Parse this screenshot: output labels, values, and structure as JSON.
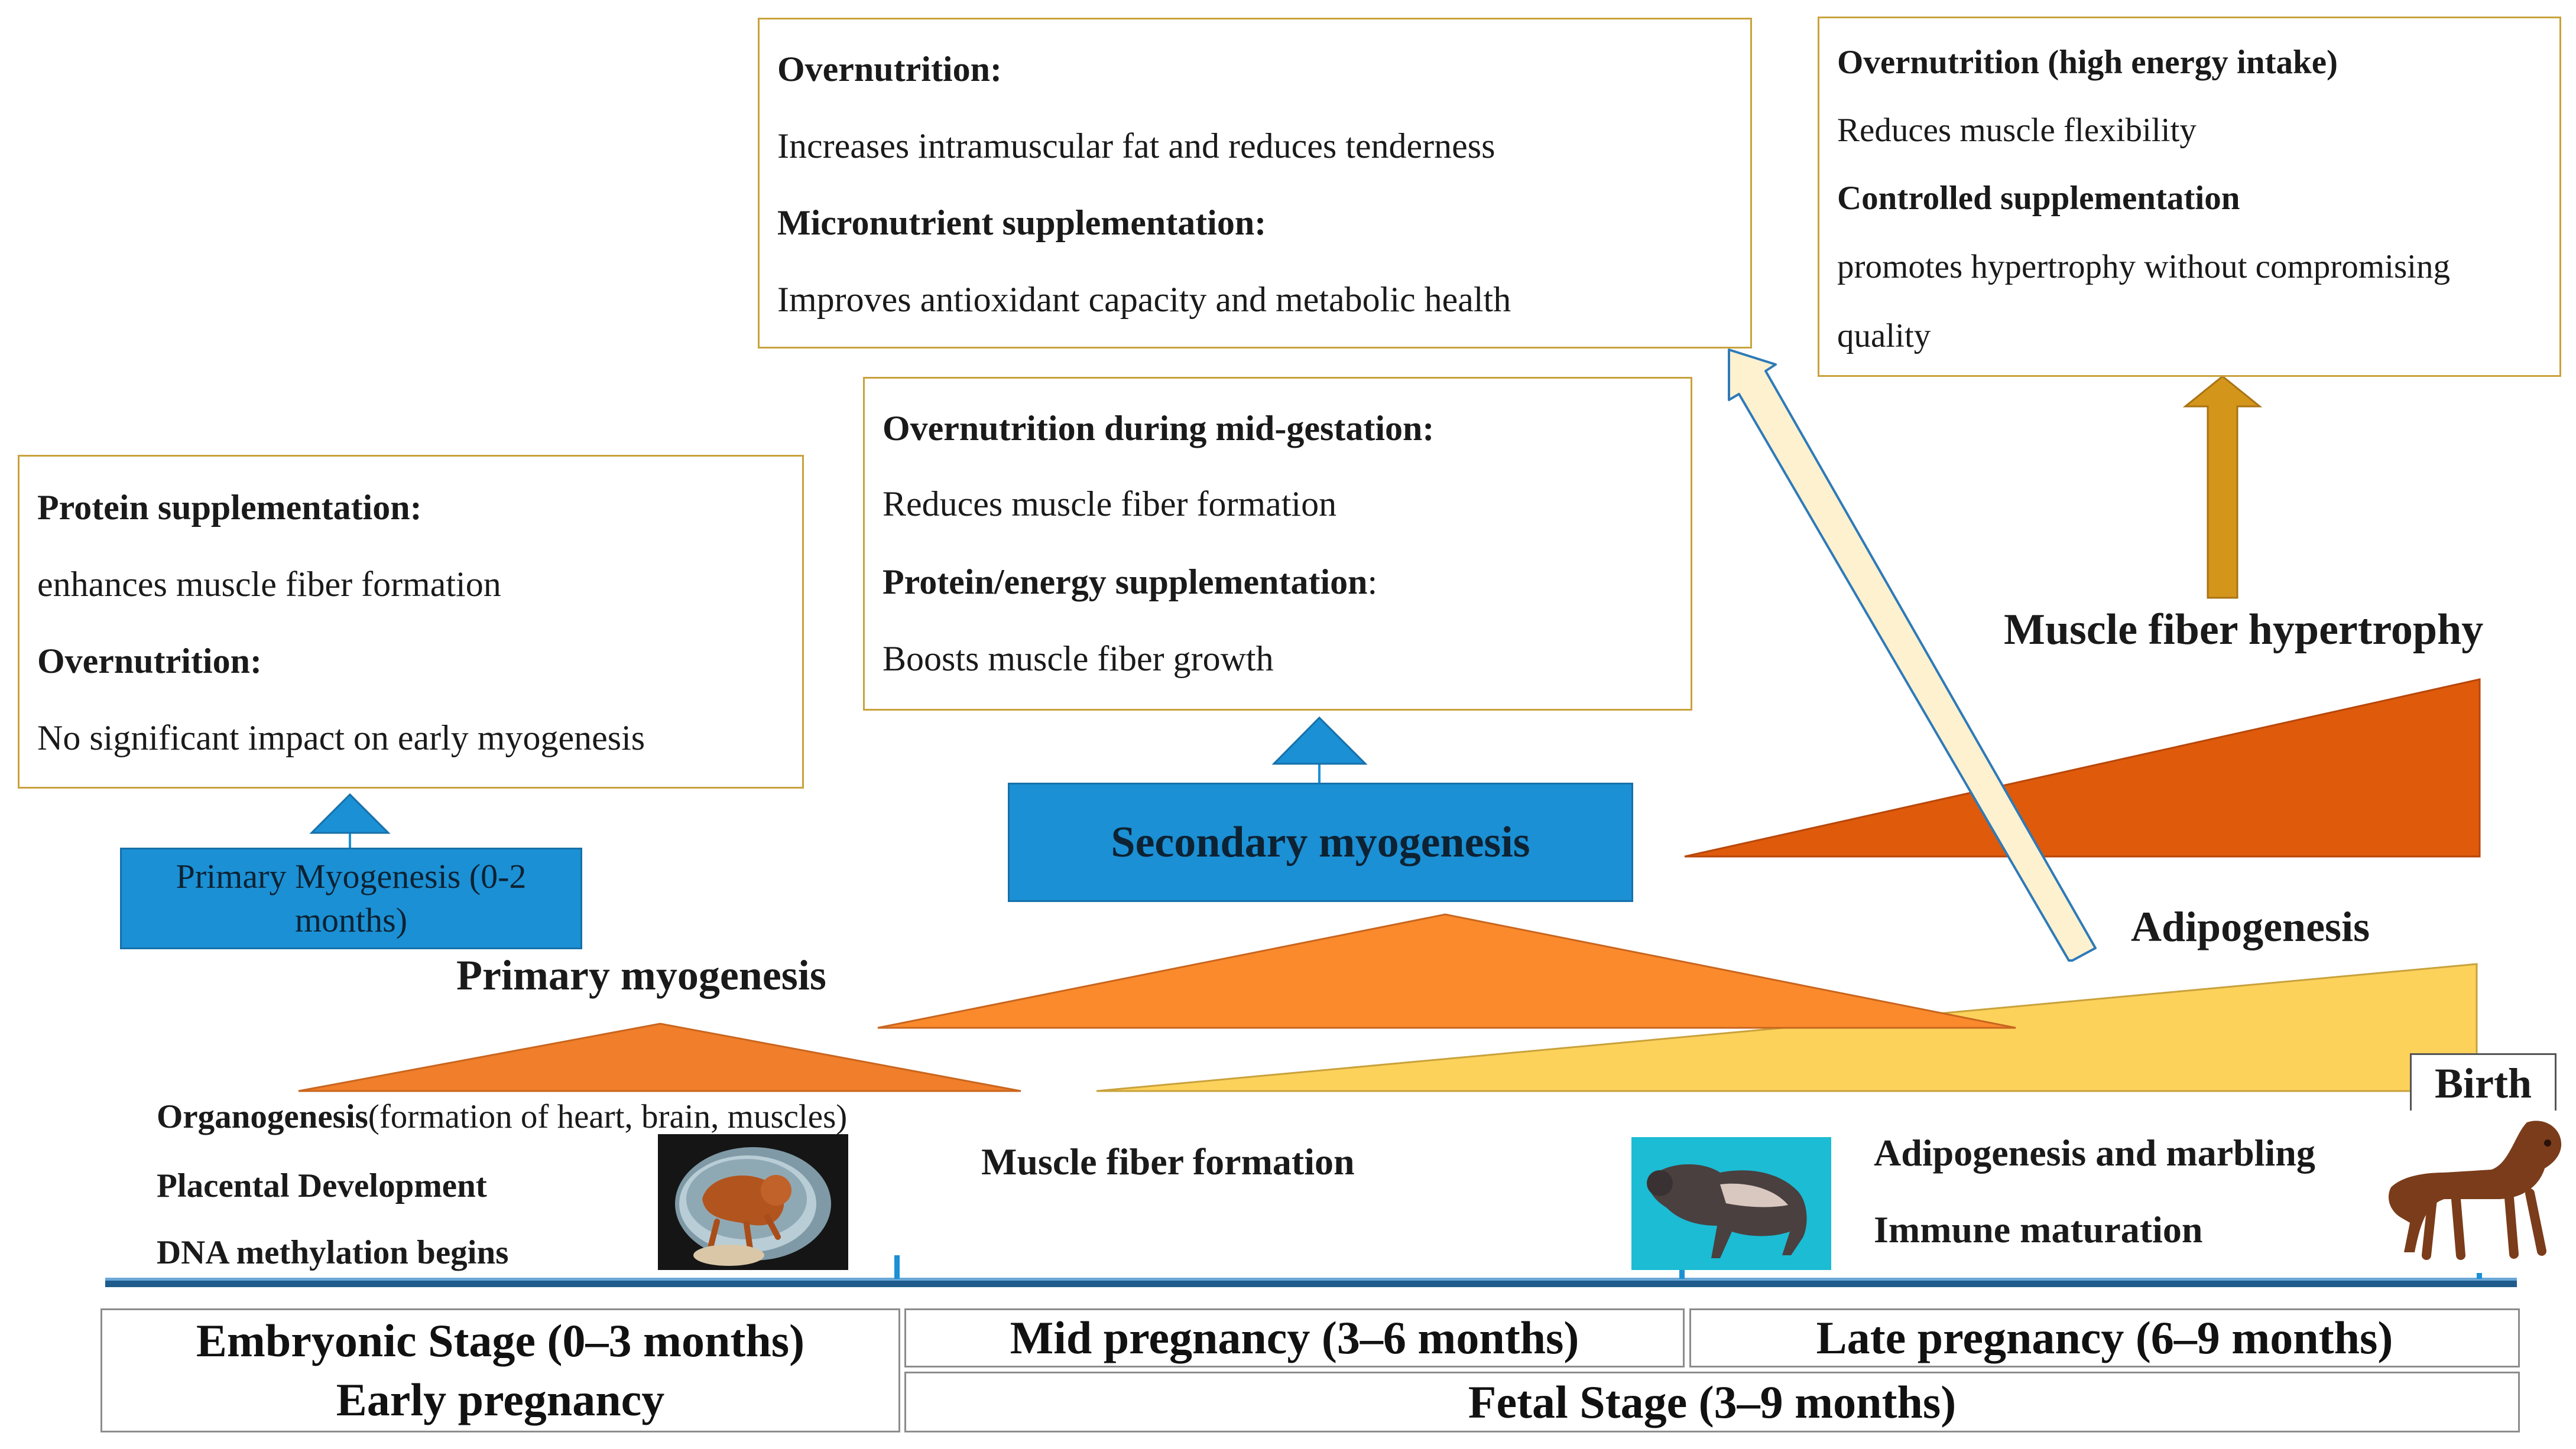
{
  "boxes": {
    "early": {
      "h1": "Protein supplementation:",
      "t1": "enhances muscle fiber formation",
      "h2": "Overnutrition:",
      "t2": "No significant impact on early myogenesis"
    },
    "mid": {
      "h1": "Overnutrition during mid-gestation:",
      "t1": "Reduces muscle fiber formation",
      "h2": "Protein/energy supplementation",
      "h2_suffix": ":",
      "t2": "Boosts muscle fiber growth"
    },
    "late": {
      "h1": "Overnutrition:",
      "t1": "Increases intramuscular fat and reduces tenderness",
      "h2": "Micronutrient supplementation:",
      "t2": "Improves antioxidant capacity and metabolic health"
    },
    "hypertrophy": {
      "h1": "Overnutrition (high energy intake)",
      "t1": "Reduces muscle flexibility",
      "h2": "Controlled supplementation",
      "t2": "promotes hypertrophy without compromising",
      "t3": "quality"
    }
  },
  "labels": {
    "primary_box": "Primary Myogenesis (0-2 months)",
    "secondary_box": "Secondary myogenesis",
    "primary": "Primary myogenesis",
    "hypertrophy": "Muscle fiber hypertrophy",
    "adipogenesis": "Adipogenesis",
    "birth": "Birth"
  },
  "events": {
    "organogenesis": "Organogenesis",
    "organogenesis_detail": "(formation of heart, brain, muscles)",
    "placental": "Placental Development",
    "dna": "DNA methylation begins",
    "muscle_fiber": "Muscle fiber formation",
    "marbling": "Adipogenesis and marbling",
    "immune": "Immune maturation"
  },
  "stages": {
    "embryonic": "Embryonic Stage (0–3 months)",
    "early": "Early pregnancy",
    "mid": "Mid pregnancy (3–6 months)",
    "late": "Late pregnancy (6–9 months)",
    "fetal": "Fetal Stage (3–9 months)"
  },
  "colors": {
    "primary_triangle": "#f07e2a",
    "secondary_triangle": "#fb8a2c",
    "hypertrophy_wedge": "#df5a0b",
    "adipogenesis_wedge": "#fcd25b",
    "blue_box": "#1b90d4",
    "box_border": "#c9a23c",
    "timeline": "#1f5c8c",
    "gold_arrow": "#d4951b",
    "cream_arrow": "#fdf1cf"
  },
  "icons": [
    "embryo-photo",
    "fetus-photo",
    "calf-photo"
  ]
}
